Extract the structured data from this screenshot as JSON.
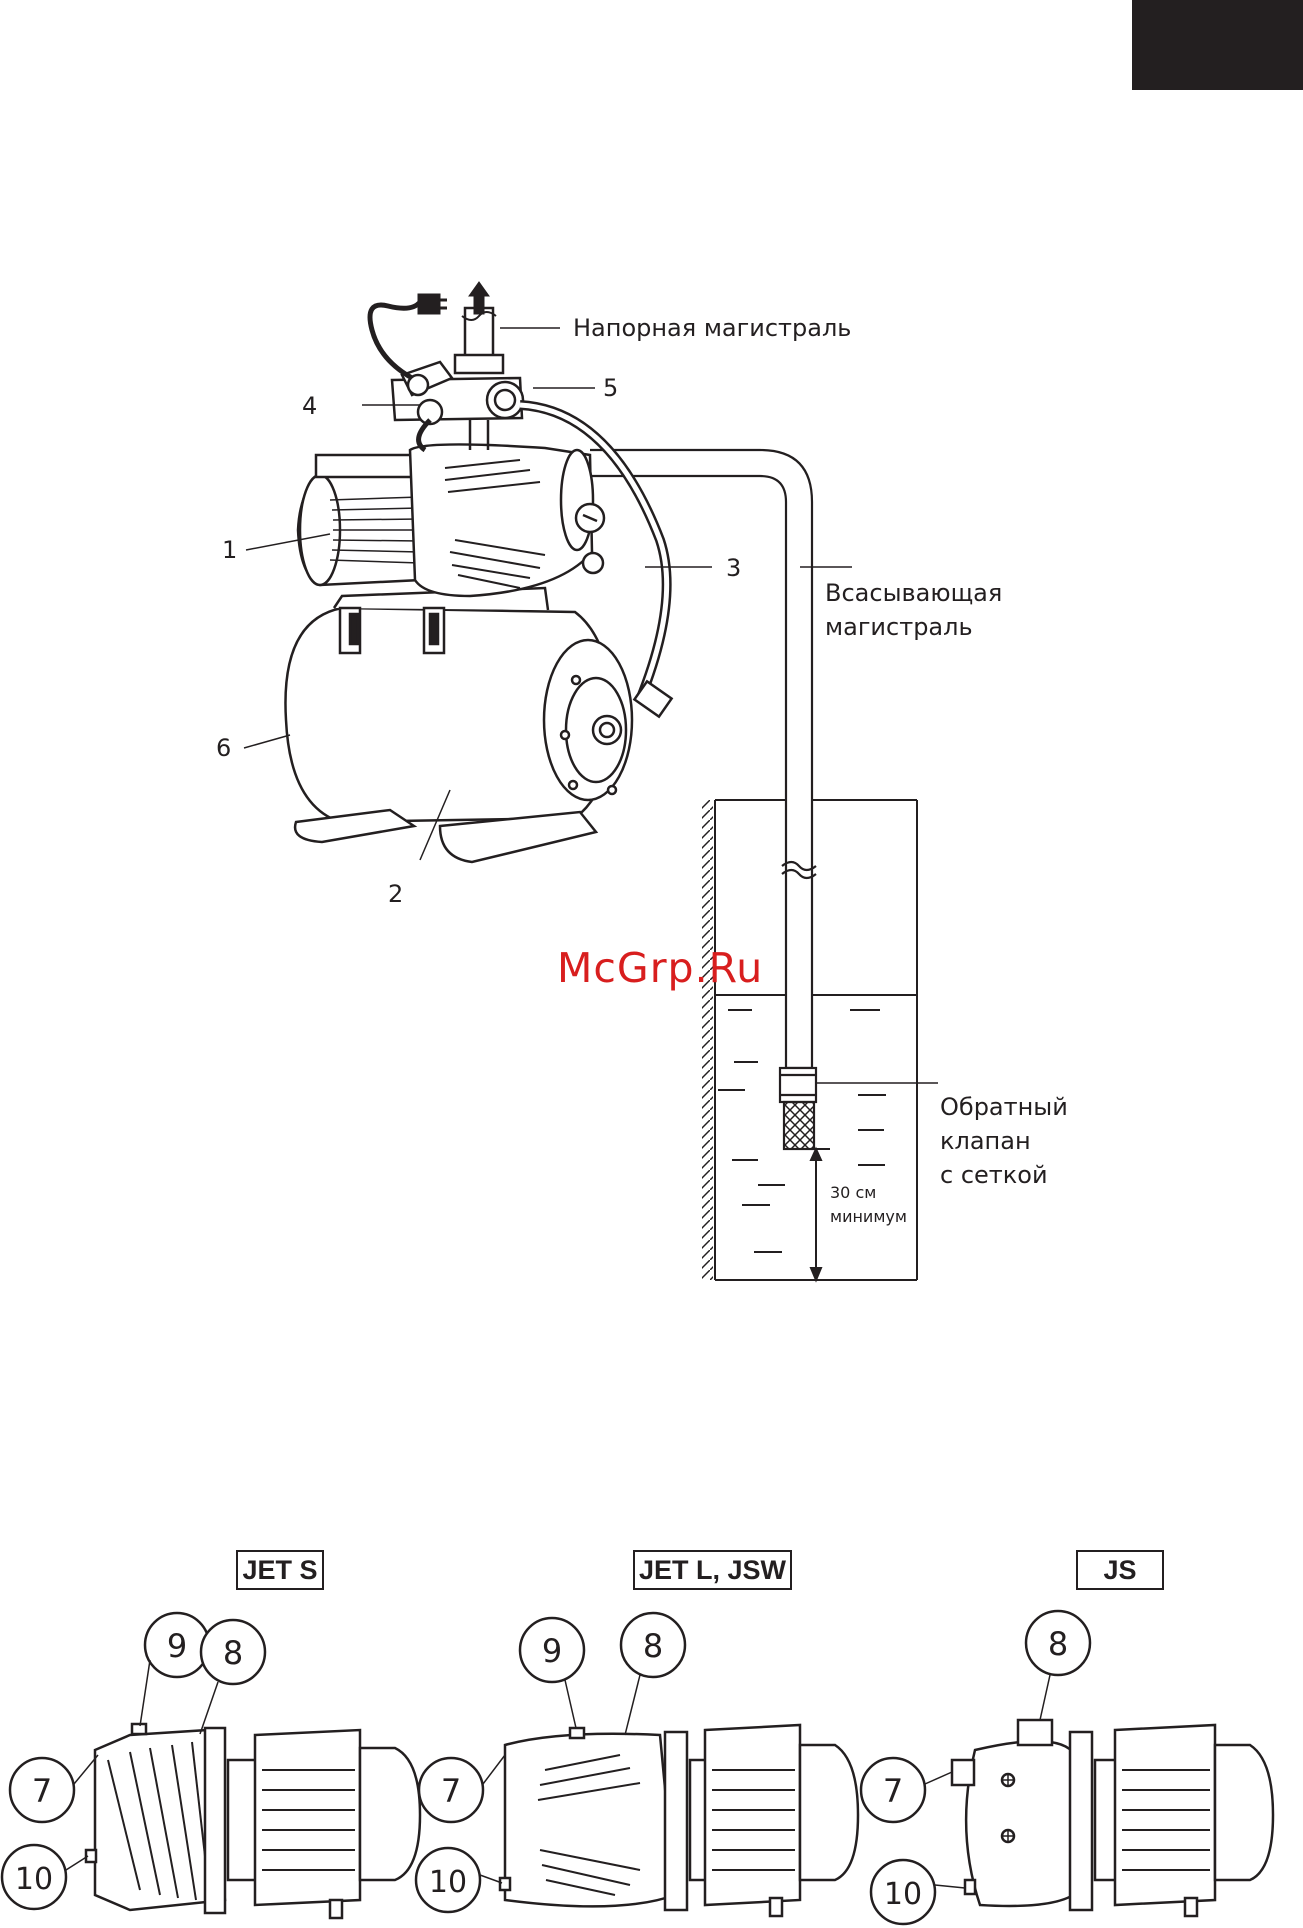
{
  "watermark": "McGrp.Ru",
  "labels": {
    "discharge_line": "Напорная магистраль",
    "suction_line_1": "Всасывающая",
    "suction_line_2": "магистраль",
    "check_valve_1": "Обратный",
    "check_valve_2": "клапан",
    "check_valve_3": "с сеткой",
    "depth_1": "30 см",
    "depth_2": "минимум"
  },
  "callouts": [
    "1",
    "2",
    "3",
    "4",
    "5",
    "6"
  ],
  "models": {
    "jet_s": "JET S",
    "jet_l_jsw": "JET L, JSW",
    "js": "JS"
  },
  "model_callouts": {
    "jet_s": [
      "9",
      "8",
      "7",
      "10"
    ],
    "jet_l_jsw": [
      "9",
      "8",
      "7",
      "10"
    ],
    "js": [
      "8",
      "7",
      "10"
    ]
  },
  "colors": {
    "ink": "#231f20",
    "watermark": "#d81e1e",
    "tab": "#231f20"
  }
}
